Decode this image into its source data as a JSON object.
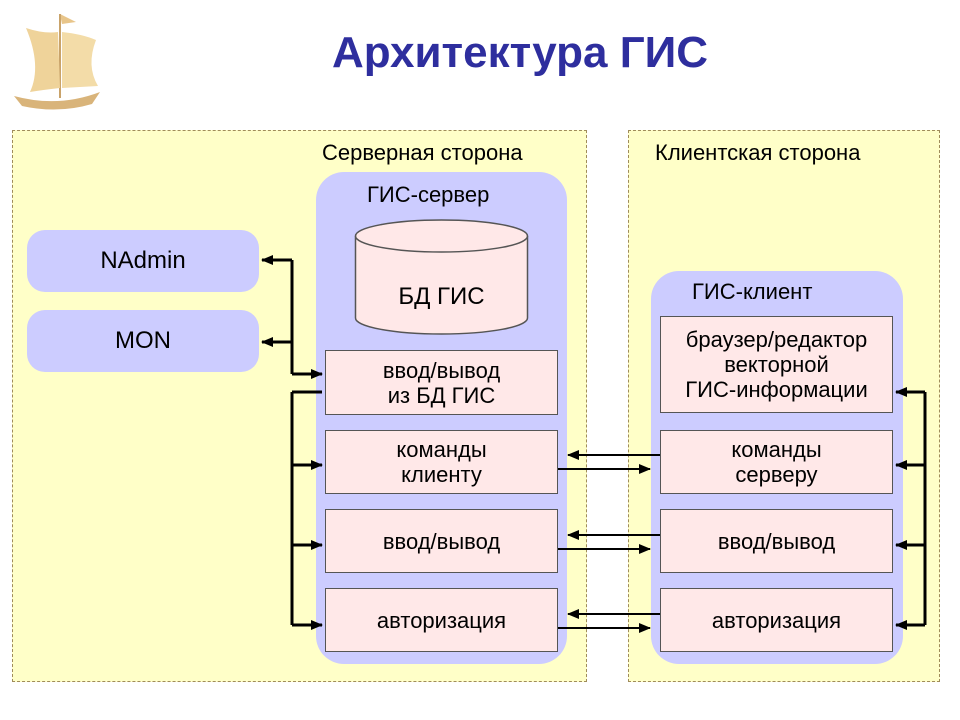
{
  "title": "Архитектура ГИС",
  "server_side": {
    "label": "Серверная сторона",
    "external": [
      "NAdmin",
      "MON"
    ],
    "gis_server": {
      "label": "ГИС-сервер",
      "db_label": "БД ГИС",
      "modules": [
        "ввод/вывод\nиз БД ГИС",
        "команды\nклиенту",
        "ввод/вывод",
        "авторизация"
      ]
    }
  },
  "client_side": {
    "label": "Клиентская сторона",
    "gis_client": {
      "label": "ГИС-клиент",
      "modules": [
        "браузер/редактор\nвекторной\nГИС-информации",
        "команды\nсерверу",
        "ввод/вывод",
        "авторизация"
      ]
    }
  },
  "colors": {
    "title": "#2e2e9e",
    "panel_fill": "#ffffc8",
    "lane_fill": "#ccccff",
    "module_fill": "#ffe8e8"
  },
  "logo_icon": "sailing-ship-icon"
}
